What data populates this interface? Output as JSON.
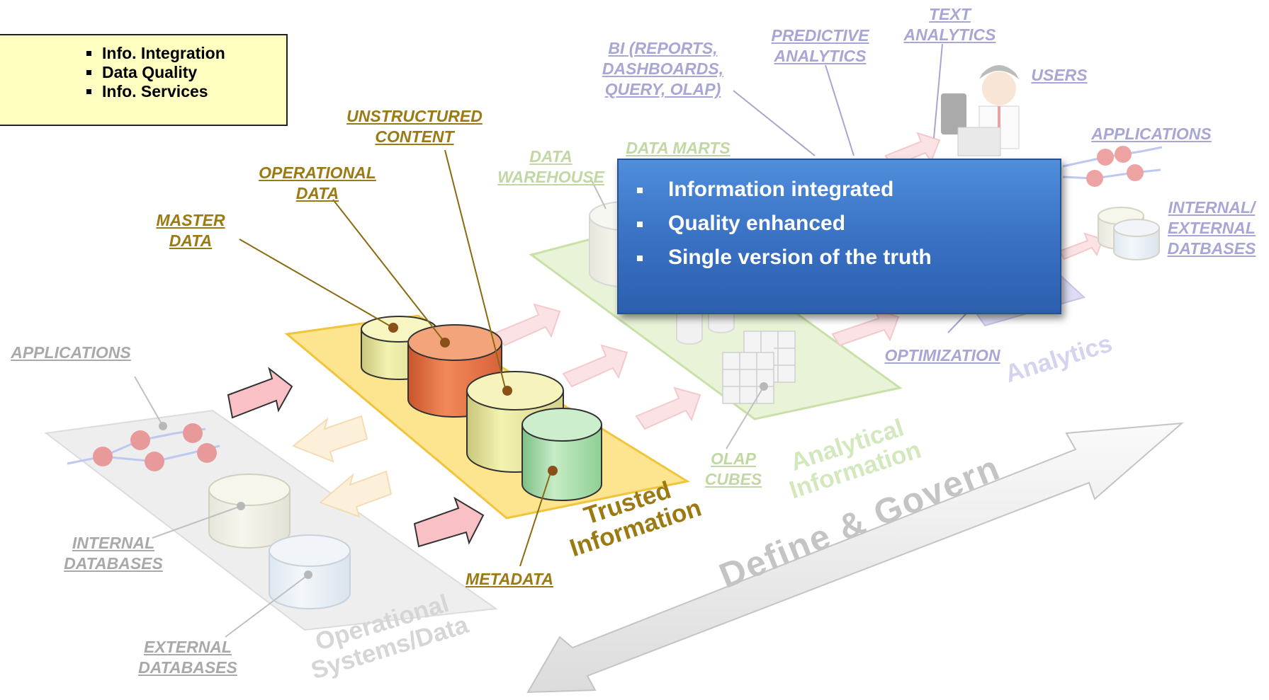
{
  "legend": {
    "items": [
      "Info. Integration",
      "Data Quality",
      "Info. Services"
    ]
  },
  "callout": {
    "items": [
      "Information integrated",
      "Quality enhanced",
      "Single version of the truth"
    ]
  },
  "labels": {
    "unstructured_content": [
      "UNSTRUCTURED",
      "CONTENT"
    ],
    "operational_data": [
      "OPERATIONAL",
      "DATA"
    ],
    "master_data": [
      "MASTER",
      "DATA"
    ],
    "metadata": [
      "METADATA"
    ],
    "applications_left": [
      "APPLICATIONS"
    ],
    "internal_databases": [
      "INTERNAL",
      "DATABASES"
    ],
    "external_databases": [
      "EXTERNAL",
      "DATABASES"
    ],
    "data_warehouse": [
      "DATA",
      "WAREHOUSE"
    ],
    "data_marts": [
      "DATA MARTS"
    ],
    "olap_cubes": [
      "OLAP",
      "CUBES"
    ],
    "bi": [
      "BI (REPORTS,",
      "DASHBOARDS,",
      "QUERY, OLAP)"
    ],
    "predictive_analytics": [
      "PREDICTIVE",
      "ANALYTICS"
    ],
    "text_analytics": [
      "TEXT",
      "ANALYTICS"
    ],
    "users": [
      "USERS"
    ],
    "applications_right": [
      "APPLICATIONS"
    ],
    "internal_external_databases": [
      "INTERNAL/",
      "EXTERNAL",
      "DATBASES"
    ],
    "optimization": [
      "OPTIMIZATION"
    ]
  },
  "stages": {
    "trusted_information": [
      "Trusted",
      "Information"
    ],
    "operational_systems": [
      "Operational",
      "Systems/Data"
    ],
    "analytical_information": [
      "Analytical",
      "Information"
    ],
    "analytics": [
      "Analytics"
    ],
    "define_govern": [
      "Define & Govern"
    ]
  },
  "colors": {
    "gold": "#9b7a12",
    "callout_blue": "#3a72c4",
    "legend_bg": "#ffffc2",
    "trusted_platform": "#fde48e"
  }
}
